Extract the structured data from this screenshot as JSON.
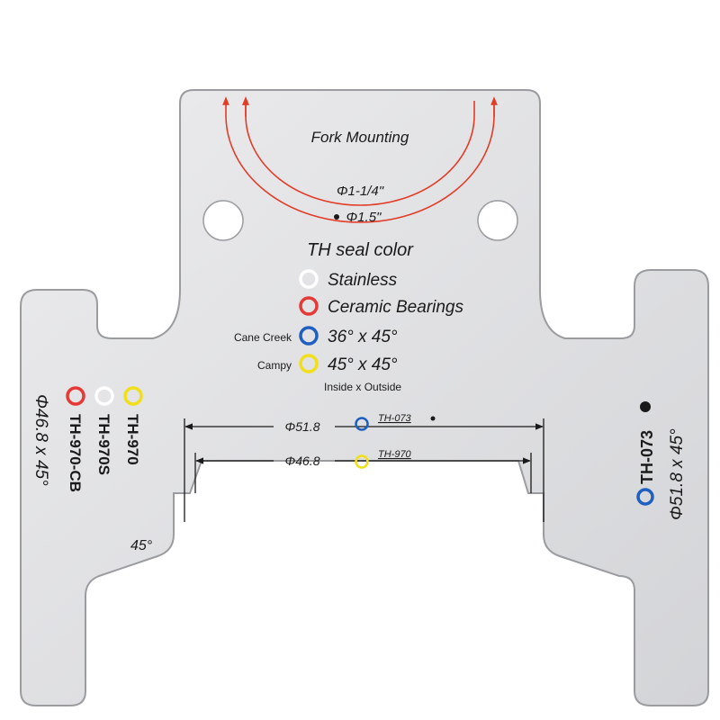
{
  "top": {
    "title": "Fork Mounting",
    "dim_small": "Φ1-1/4\"",
    "dim_large": "Φ1.5\""
  },
  "legend": {
    "title": "TH seal color",
    "items": [
      {
        "prefix": "",
        "label": "Stainless",
        "color": "#ffffff"
      },
      {
        "prefix": "",
        "label": "Ceramic Bearings",
        "color": "#e53935"
      },
      {
        "prefix": "Cane Creek",
        "label": "36° x 45°",
        "color": "#1f5fbf"
      },
      {
        "prefix": "Campy",
        "label": "45° x 45°",
        "color": "#f0df1a"
      }
    ],
    "note": "Inside x Outside"
  },
  "middle": {
    "upper_dim": "Φ51.8",
    "upper_tag": "TH-073",
    "lower_dim": "Φ46.8",
    "lower_tag": "TH-970"
  },
  "left_wing": {
    "labels": [
      "TH-970",
      "TH-970S",
      "TH-970-CB"
    ],
    "ring_colors": [
      "#e53935",
      "#ffffff",
      "#f0df1a"
    ],
    "spec": "Φ46.8 x 45°",
    "angle": "45°"
  },
  "right_wing": {
    "label": "TH-073",
    "spec": "Φ51.8 x 45°",
    "ring_color": "#1f5fbf"
  },
  "colors": {
    "plate": "#dedfe2",
    "plate_edge": "#9a9ca0",
    "arc": "#e23b26",
    "ink": "#1a1a1a"
  }
}
